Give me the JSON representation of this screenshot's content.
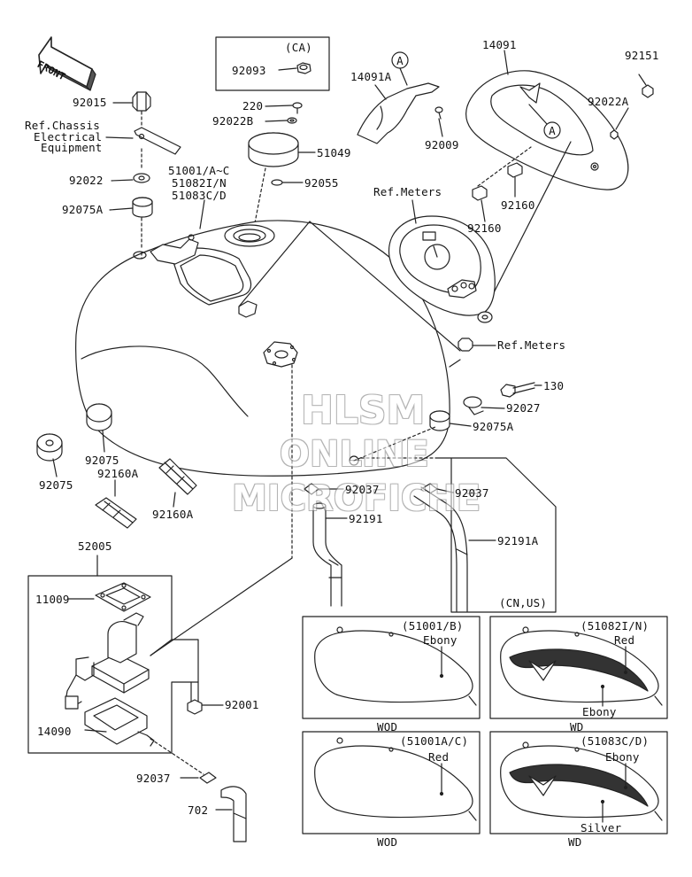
{
  "front_label": "FRONT",
  "watermark": {
    "line1": "HLSM",
    "line2": "ONLINE",
    "line3": "MICROFICHE"
  },
  "ca_box": {
    "region": "(CA)",
    "part": "92093"
  },
  "cn_us_box": {
    "region": "(CN,US)"
  },
  "callouts": {
    "p92015": "92015",
    "ref_chassis_1": "Ref.Chassis",
    "ref_chassis_2": "Electrical",
    "ref_chassis_3": "Equipment",
    "p92022": "92022",
    "p92075a_top": "92075A",
    "p220": "220",
    "p92022b": "92022B",
    "p51049": "51049",
    "p51001": "51001/A~C",
    "p51082": "51082I/N",
    "p51083": "51083C/D",
    "p92055": "92055",
    "p14091a": "14091A",
    "a_left": "A",
    "p92009": "92009",
    "p14091": "14091",
    "p92151": "92151",
    "p92022a": "92022A",
    "a_right": "A",
    "ref_meters_top": "Ref.Meters",
    "p92160_r": "92160",
    "p92160_m": "92160",
    "ref_meters_mid": "Ref.Meters",
    "p130": "130",
    "p92027": "92027",
    "p92075a_mid": "92075A",
    "p92075_l": "92075",
    "p92075_c": "92075",
    "p92160a_l": "92160A",
    "p92160a_r": "92160A",
    "p92037_c": "92037",
    "p92037_r": "92037",
    "p92191": "92191",
    "p92191a": "92191A",
    "p52005": "52005",
    "p11009": "11009",
    "p92001": "92001",
    "p14090": "14090",
    "p92037_b": "92037",
    "p702": "702"
  },
  "variants": [
    {
      "code": "(51001/B)",
      "color": "Ebony",
      "model": "WOD"
    },
    {
      "code": "(51082I/N)",
      "color": "Red",
      "color2": "Ebony",
      "model": "WD"
    },
    {
      "code": "(51001A/C)",
      "color": "Red",
      "model": "WOD"
    },
    {
      "code": "(51083C/D)",
      "color": "Ebony",
      "color2": "Silver",
      "model": "WD"
    }
  ]
}
